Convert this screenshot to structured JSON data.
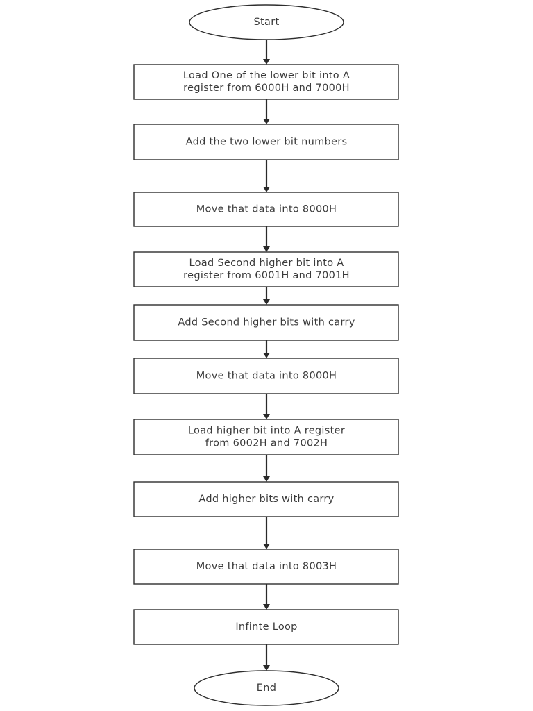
{
  "flowchart": {
    "nodes": [
      {
        "id": "start",
        "shape": "terminal",
        "lines": [
          "Start"
        ]
      },
      {
        "id": "load-lower",
        "shape": "process",
        "lines": [
          "Load One of the lower bit into A",
          "register from 6000H and 7000H"
        ]
      },
      {
        "id": "add-lower",
        "shape": "process",
        "lines": [
          "Add the two lower bit numbers"
        ]
      },
      {
        "id": "move-1",
        "shape": "process",
        "lines": [
          "Move that data into 8000H"
        ]
      },
      {
        "id": "load-second",
        "shape": "process",
        "lines": [
          "Load Second higher bit into A",
          "register from 6001H and 7001H"
        ]
      },
      {
        "id": "add-second",
        "shape": "process",
        "lines": [
          "Add Second higher bits with carry"
        ]
      },
      {
        "id": "move-2",
        "shape": "process",
        "lines": [
          "Move that data into 8000H"
        ]
      },
      {
        "id": "load-higher",
        "shape": "process",
        "lines": [
          "Load higher bit into A register",
          "from 6002H and 7002H"
        ]
      },
      {
        "id": "add-higher",
        "shape": "process",
        "lines": [
          "Add  higher bits with carry"
        ]
      },
      {
        "id": "move-3",
        "shape": "process",
        "lines": [
          "Move that data into 8003H"
        ]
      },
      {
        "id": "loop",
        "shape": "process",
        "lines": [
          "Infinte Loop"
        ]
      },
      {
        "id": "end",
        "shape": "terminal",
        "lines": [
          "End"
        ]
      }
    ],
    "edges": [
      [
        "start",
        "load-lower"
      ],
      [
        "load-lower",
        "add-lower"
      ],
      [
        "add-lower",
        "move-1"
      ],
      [
        "move-1",
        "load-second"
      ],
      [
        "load-second",
        "add-second"
      ],
      [
        "add-second",
        "move-2"
      ],
      [
        "move-2",
        "load-higher"
      ],
      [
        "load-higher",
        "add-higher"
      ],
      [
        "add-higher",
        "move-3"
      ],
      [
        "move-3",
        "loop"
      ],
      [
        "loop",
        "end"
      ]
    ]
  }
}
